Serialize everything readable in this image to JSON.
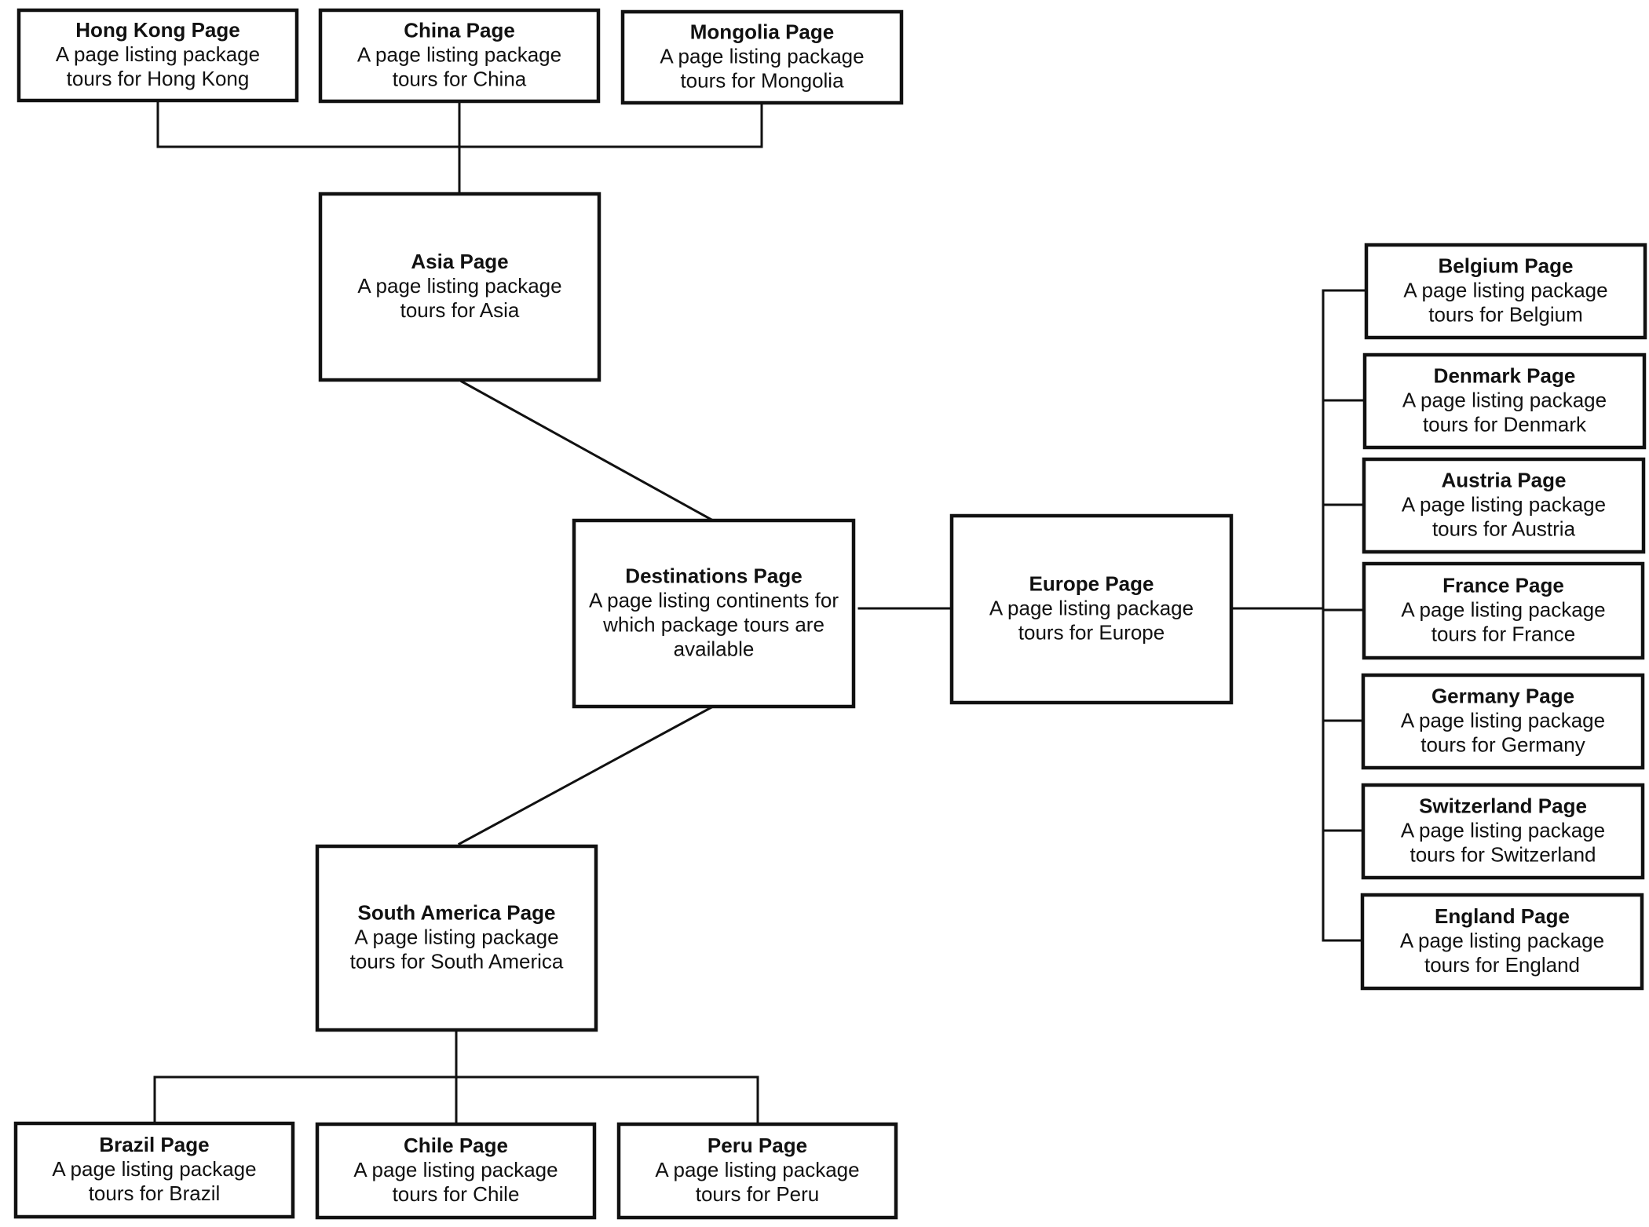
{
  "nodes": {
    "hong_kong": {
      "title": "Hong Kong Page",
      "desc": [
        "A page listing package",
        "tours for Hong Kong"
      ]
    },
    "china": {
      "title": "China Page",
      "desc": [
        "A page listing package",
        "tours for China"
      ]
    },
    "mongolia": {
      "title": "Mongolia Page",
      "desc": [
        "A page listing package",
        "tours for Mongolia"
      ]
    },
    "asia": {
      "title": "Asia Page",
      "desc": [
        "A page listing package",
        "tours for Asia"
      ]
    },
    "destinations": {
      "title": "Destinations Page",
      "desc": [
        "A page listing continents for",
        "which package tours are",
        "available"
      ]
    },
    "europe": {
      "title": "Europe Page",
      "desc": [
        "A page listing package",
        "tours for Europe"
      ]
    },
    "south_america": {
      "title": "South America Page",
      "desc": [
        "A page listing package",
        "tours for South America"
      ]
    },
    "brazil": {
      "title": "Brazil Page",
      "desc": [
        "A page listing package",
        "tours for Brazil"
      ]
    },
    "chile": {
      "title": "Chile Page",
      "desc": [
        "A page listing package",
        "tours for Chile"
      ]
    },
    "peru": {
      "title": "Peru Page",
      "desc": [
        "A page listing package",
        "tours for Peru"
      ]
    },
    "belgium": {
      "title": "Belgium Page",
      "desc": [
        "A page listing package",
        "tours for Belgium"
      ]
    },
    "denmark": {
      "title": "Denmark Page",
      "desc": [
        "A page listing package",
        "tours for Denmark"
      ]
    },
    "austria": {
      "title": "Austria Page",
      "desc": [
        "A page listing package",
        "tours for Austria"
      ]
    },
    "france": {
      "title": "France Page",
      "desc": [
        "A page listing package",
        "tours for France"
      ]
    },
    "germany": {
      "title": "Germany Page",
      "desc": [
        "A page listing package",
        "tours for Germany"
      ]
    },
    "switzerland": {
      "title": "Switzerland Page",
      "desc": [
        "A page listing package",
        "tours for Switzerland"
      ]
    },
    "england": {
      "title": "England Page",
      "desc": [
        "A page listing package",
        "tours for England"
      ]
    }
  },
  "edges": [
    [
      "destinations",
      "asia"
    ],
    [
      "destinations",
      "europe"
    ],
    [
      "destinations",
      "south_america"
    ],
    [
      "asia",
      "hong_kong"
    ],
    [
      "asia",
      "china"
    ],
    [
      "asia",
      "mongolia"
    ],
    [
      "south_america",
      "brazil"
    ],
    [
      "south_america",
      "chile"
    ],
    [
      "south_america",
      "peru"
    ],
    [
      "europe",
      "belgium"
    ],
    [
      "europe",
      "denmark"
    ],
    [
      "europe",
      "austria"
    ],
    [
      "europe",
      "france"
    ],
    [
      "europe",
      "germany"
    ],
    [
      "europe",
      "switzerland"
    ],
    [
      "europe",
      "england"
    ]
  ]
}
